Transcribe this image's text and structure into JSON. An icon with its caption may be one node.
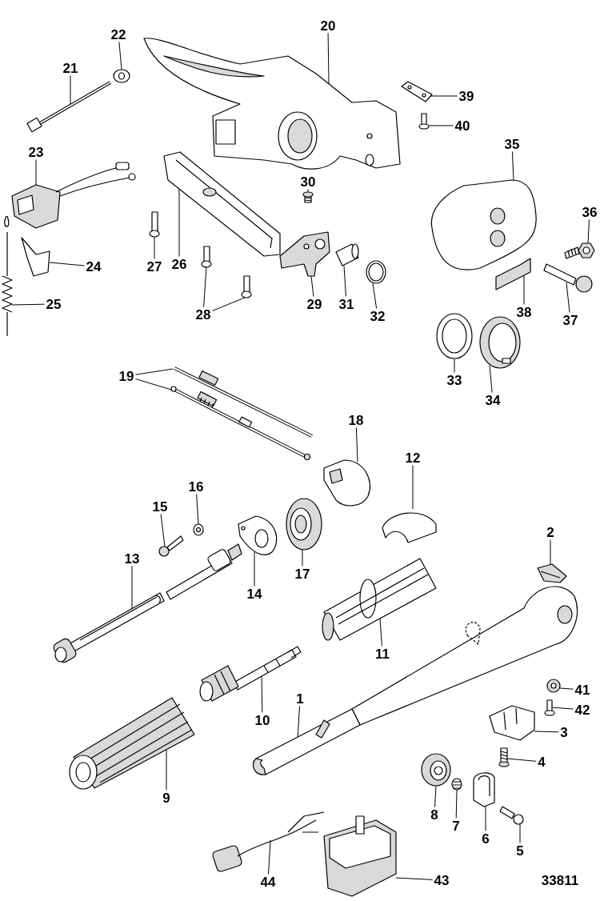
{
  "diagram": {
    "nodes": [
      {
        "text": [
          "1"
        ]
      },
      {
        "text": [
          "2"
        ]
      },
      {
        "text": [
          "3"
        ]
      },
      {
        "text": [
          "4"
        ]
      },
      {
        "text": [
          "5"
        ]
      },
      {
        "text": [
          "6"
        ]
      },
      {
        "text": [
          "7"
        ]
      },
      {
        "text": [
          "8"
        ]
      },
      {
        "text": [
          "9"
        ]
      },
      {
        "text": [
          "10"
        ]
      },
      {
        "text": [
          "11"
        ]
      },
      {
        "text": [
          "12"
        ]
      },
      {
        "text": [
          "13"
        ]
      },
      {
        "text": [
          "14"
        ]
      },
      {
        "text": [
          "15"
        ]
      },
      {
        "text": [
          "16"
        ]
      },
      {
        "text": [
          "17"
        ]
      },
      {
        "text": [
          "18"
        ]
      },
      {
        "text": [
          "19"
        ]
      },
      {
        "text": [
          "20"
        ]
      },
      {
        "text": [
          "21"
        ]
      },
      {
        "text": [
          "22"
        ]
      },
      {
        "text": [
          "23"
        ]
      },
      {
        "text": [
          "24"
        ]
      },
      {
        "text": [
          "25"
        ]
      },
      {
        "text": [
          "26"
        ]
      },
      {
        "text": [
          "27"
        ]
      },
      {
        "text": [
          "28"
        ]
      },
      {
        "text": [
          "29"
        ]
      },
      {
        "text": [
          "30"
        ]
      },
      {
        "text": [
          "31"
        ]
      },
      {
        "text": [
          "32"
        ]
      },
      {
        "text": [
          "33"
        ]
      },
      {
        "text": [
          "34"
        ]
      },
      {
        "text": [
          "35"
        ]
      },
      {
        "text": [
          "36"
        ]
      },
      {
        "text": [
          "37"
        ]
      },
      {
        "text": [
          "38"
        ]
      },
      {
        "text": [
          "39"
        ]
      },
      {
        "text": [
          "40"
        ]
      },
      {
        "text": [
          "41"
        ]
      },
      {
        "text": [
          "42"
        ]
      },
      {
        "text": [
          "43"
        ]
      },
      {
        "text": [
          "44"
        ]
      },
      {
        "text": [],
        "shape": "picture"
      },
      {
        "text": [],
        "shape": "picture"
      },
      {
        "text": [],
        "shape": "picture"
      },
      {
        "text": [],
        "shape": "picture"
      },
      {
        "text": [],
        "shape": "picture"
      },
      {
        "text": [],
        "shape": "picture"
      },
      {
        "text": [],
        "shape": "picture"
      },
      {
        "text": [],
        "shape": "picture"
      },
      {
        "text": [],
        "shape": "picture"
      },
      {
        "text": [],
        "shape": "picture"
      },
      {
        "text": [],
        "shape": "picture"
      },
      {
        "text": [],
        "shape": "picture"
      },
      {
        "text": [],
        "shape": "picture"
      },
      {
        "text": [],
        "shape": "picture"
      },
      {
        "text": [],
        "shape": "picture"
      },
      {
        "text": [],
        "shape": "picture"
      },
      {
        "text": [],
        "shape": "picture"
      },
      {
        "text": [],
        "shape": "picture"
      },
      {
        "text": [],
        "shape": "picture"
      },
      {
        "text": [],
        "shape": "picture"
      },
      {
        "text": [],
        "shape": "picture"
      },
      {
        "text": [],
        "shape": "picture"
      },
      {
        "text": [],
        "shape": "picture"
      },
      {
        "text": [],
        "shape": "picture"
      },
      {
        "text": [],
        "shape": "picture"
      },
      {
        "text": [],
        "shape": "picture"
      },
      {
        "text": [],
        "shape": "picture"
      },
      {
        "text": [],
        "shape": "picture"
      },
      {
        "text": [],
        "shape": "picture"
      },
      {
        "text": [],
        "shape": "picture"
      },
      {
        "text": [],
        "shape": "picture"
      },
      {
        "text": [],
        "shape": "picture"
      },
      {
        "text": [],
        "shape": "picture"
      },
      {
        "text": [],
        "shape": "picture"
      },
      {
        "text": [],
        "shape": "picture"
      },
      {
        "text": [],
        "shape": "picture"
      },
      {
        "text": [],
        "shape": "picture"
      },
      {
        "text": [],
        "shape": "picture"
      },
      {
        "text": [],
        "shape": "picture"
      },
      {
        "text": [],
        "shape": "picture"
      },
      {
        "text": [],
        "shape": "picture"
      },
      {
        "text": [],
        "shape": "picture"
      },
      {
        "text": [],
        "shape": "picture"
      },
      {
        "text": [],
        "shape": "picture"
      },
      {
        "text": [],
        "shape": "picture"
      },
      {
        "text": [],
        "shape": "picture"
      }
    ],
    "edges": [
      {
        "from": 0,
        "to": 44,
        "arrow": "none"
      },
      {
        "from": 1,
        "to": 45,
        "arrow": "none"
      },
      {
        "from": 2,
        "to": 46,
        "arrow": "none"
      },
      {
        "from": 3,
        "to": 47,
        "arrow": "none"
      },
      {
        "from": 4,
        "to": 48,
        "arrow": "none"
      },
      {
        "from": 5,
        "to": 49,
        "arrow": "none"
      },
      {
        "from": 6,
        "to": 50,
        "arrow": "none"
      },
      {
        "from": 7,
        "to": 51,
        "arrow": "none"
      },
      {
        "from": 8,
        "to": 52,
        "arrow": "none"
      },
      {
        "from": 9,
        "to": 53,
        "arrow": "none"
      },
      {
        "from": 10,
        "to": 54,
        "arrow": "none"
      },
      {
        "from": 11,
        "to": 55,
        "arrow": "none"
      },
      {
        "from": 12,
        "to": 56,
        "arrow": "none"
      },
      {
        "from": 13,
        "to": 57,
        "arrow": "none"
      },
      {
        "from": 14,
        "to": 58,
        "arrow": "none"
      },
      {
        "from": 15,
        "to": 59,
        "arrow": "none"
      },
      {
        "from": 16,
        "to": 60,
        "arrow": "none"
      },
      {
        "from": 17,
        "to": 61,
        "arrow": "none"
      },
      {
        "from": 18,
        "to": 62,
        "arrow": "none"
      },
      {
        "from": 18,
        "to": 63,
        "arrow": "none"
      },
      {
        "from": 19,
        "to": 64,
        "arrow": "none"
      },
      {
        "from": 20,
        "to": 65,
        "arrow": "none"
      },
      {
        "from": 21,
        "to": 66,
        "arrow": "none"
      },
      {
        "from": 22,
        "to": 67,
        "arrow": "none"
      },
      {
        "from": 23,
        "to": 68,
        "arrow": "none"
      },
      {
        "from": 24,
        "to": 69,
        "arrow": "none"
      },
      {
        "from": 25,
        "to": 70,
        "arrow": "none"
      },
      {
        "from": 26,
        "to": 71,
        "arrow": "none"
      },
      {
        "from": 27,
        "to": 72,
        "arrow": "none"
      },
      {
        "from": 27,
        "to": 73,
        "arrow": "none"
      },
      {
        "from": 28,
        "to": 74,
        "arrow": "none"
      },
      {
        "from": 29,
        "to": 75,
        "arrow": "none"
      },
      {
        "from": 30,
        "to": 76,
        "arrow": "none"
      },
      {
        "from": 31,
        "to": 77,
        "arrow": "none"
      },
      {
        "from": 32,
        "to": 78,
        "arrow": "none"
      },
      {
        "from": 33,
        "to": 79,
        "arrow": "none"
      },
      {
        "from": 34,
        "to": 80,
        "arrow": "none"
      },
      {
        "from": 35,
        "to": 81,
        "arrow": "none"
      },
      {
        "from": 36,
        "to": 82,
        "arrow": "none"
      },
      {
        "from": 37,
        "to": 83,
        "arrow": "none"
      },
      {
        "from": 38,
        "to": 84,
        "arrow": "none"
      },
      {
        "from": 39,
        "to": 85,
        "arrow": "none"
      },
      {
        "from": 40,
        "to": 86,
        "arrow": "none"
      },
      {
        "from": 41,
        "to": 87,
        "arrow": "none"
      },
      {
        "from": 42,
        "to": 88,
        "arrow": "none"
      },
      {
        "from": 43,
        "to": 89,
        "arrow": "none"
      }
    ],
    "labels": [
      "33811"
    ]
  }
}
